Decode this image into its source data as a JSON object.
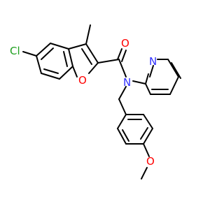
{
  "molecule": {
    "atom_labels": {
      "chlorine": "Cl",
      "carbonyl_oxygen": "O",
      "furan_oxygen": "O",
      "amide_nitrogen": "N",
      "pyridine_nitrogen": "N",
      "ether_oxygen": "O"
    },
    "colors": {
      "bond": "#000000",
      "chlorine": "#1fa01f",
      "oxygen": "#ff0000",
      "nitrogen": "#3030ff"
    }
  }
}
